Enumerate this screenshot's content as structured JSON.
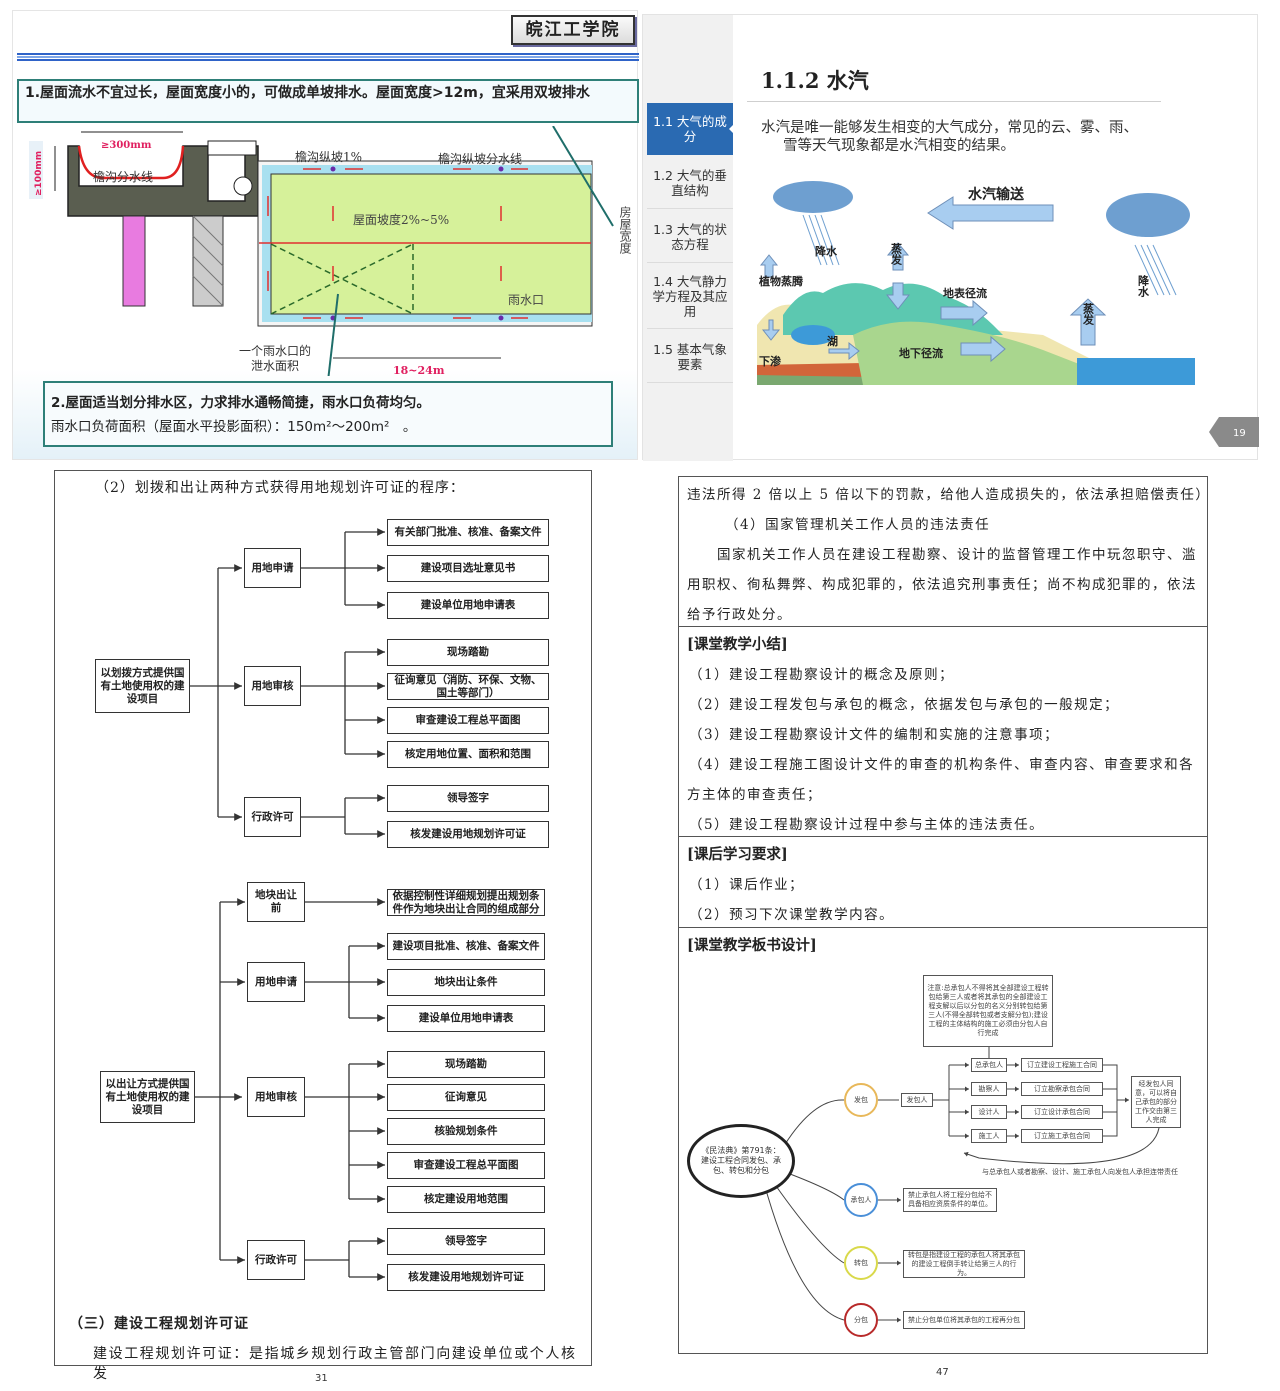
{
  "panel_roof": {
    "school_badge": "皖江工学院",
    "point1": "1.屋面流水不宜过长，屋面宽度小的，可做成单坡排水。屋面宽度>12m，宜采用双坡排水",
    "labels": {
      "gutter_width": "≥300mm",
      "gutter_depth": "≥100mm",
      "gutter_divide": "檐沟分水线",
      "gutter_slope": "檐沟纵坡1%",
      "gutter_slope_divide": "檐沟纵坡分水线",
      "roof_slope": "屋面坡度2%~5%",
      "house_width": "房屋宽度",
      "rain_outlet": "雨水口",
      "outlet_area": "一个雨水口的泄水面积",
      "outlet_spacing": "18~24m"
    },
    "point2_line1": "2.屋面适当划分排水区，力求排水通畅简捷，雨水口负荷均匀。",
    "point2_line2": "雨水口负荷面积（屋面水平投影面积）：150m²～200m²　。"
  },
  "panel_vapor": {
    "nav": [
      {
        "label": "1.1 大气的成分",
        "active": true
      },
      {
        "label": "1.2 大气的垂直结构",
        "active": false
      },
      {
        "label": "1.3 大气的状态方程",
        "active": false
      },
      {
        "label": "1.4 大气静力学方程及其应用",
        "active": false
      },
      {
        "label": "1.5 基本气象要素",
        "active": false
      }
    ],
    "title": "1.1.2 水汽",
    "desc_line1": "水汽是唯一能够发生相变的大气成分，常见的云、雾、雨、",
    "desc_line2": "雪等天气现象都是水汽相变的结果。",
    "diagram": {
      "vapor_transport": "水汽输送",
      "precipitation_left": "降水",
      "precipitation_right": "降水",
      "evaporation_mid": "蒸发",
      "evaporation_sea": "蒸发",
      "transpiration": "植物蒸腾",
      "surface_runoff": "地表径流",
      "infiltration": "下渗",
      "lake": "湖",
      "groundwater_runoff": "地下径流"
    },
    "page_number": "19"
  },
  "panel_flow": {
    "heading": "（2）划拨和出让两种方式获得用地规划许可证的程序：",
    "allocation": {
      "root": "以划拨方式提供国有土地使用权的建设项目",
      "groups": [
        {
          "name": "用地申请",
          "items": [
            "有关部门批准、核准、备案文件",
            "建设项目选址意见书",
            "建设单位用地申请表"
          ]
        },
        {
          "name": "用地审核",
          "items": [
            "现场踏勘",
            "征询意见（消防、环保、文物、国土等部门）",
            "审查建设工程总平面图",
            "核定用地位置、面积和范围"
          ]
        },
        {
          "name": "行政许可",
          "items": [
            "领导签字",
            "核发建设用地规划许可证"
          ]
        }
      ]
    },
    "transfer": {
      "root": "以出让方式提供国有土地使用权的建设项目",
      "groups": [
        {
          "name": "地块出让前",
          "items": [
            "依据控制性详细规划提出规划条件作为地块出让合同的组成部分"
          ]
        },
        {
          "name": "用地申请",
          "items": [
            "建设项目批准、核准、备案文件",
            "地块出让条件",
            "建设单位用地申请表"
          ]
        },
        {
          "name": "用地审核",
          "items": [
            "现场踏勘",
            "征询意见",
            "核验规划条件",
            "审查建设工程总平面图",
            "核定建设用地范围"
          ]
        },
        {
          "name": "行政许可",
          "items": [
            "领导签字",
            "核发建设用地规划许可证"
          ]
        }
      ]
    },
    "section3_title": "（三）建设工程规划许可证",
    "section3_text": "建设工程规划许可证：是指城乡规划行政主管部门向建设单位或个人核发",
    "page_number": "31"
  },
  "panel_doc": {
    "top_lines": [
      "违法所得 2 倍以上 5 倍以下的罚款，给他人造成损失的，依法承担赔偿责任）",
      "（4）国家管理机关工作人员的违法责任",
      "国家机关工作人员在建设工程勘察、设计的监督管理工作中玩忽职守、滥",
      "用职权、徇私舞弊、构成犯罪的，依法追究刑事责任；尚不构成犯罪的，依法",
      "给予行政处分。"
    ],
    "summary_title": "[课堂教学小结]",
    "summary_items": [
      "（1）建设工程勘察设计的概念及原则；",
      "（2）建设工程发包与承包的概念，依据发包与承包的一般规定；",
      "（3）建设工程勘察设计文件的编制和实施的注意事项；",
      "（4）建设工程施工图设计文件的审查的机构条件、审查内容、审查要求和各",
      "方主体的审查责任；",
      "（5）建设工程勘察设计过程中参与主体的违法责任。"
    ],
    "homework_title": "[课后学习要求]",
    "homework_items": [
      "（1）课后作业；",
      "（2）预习下次课堂教学内容。"
    ],
    "board_title": "[课堂教学板书设计]",
    "mindmap": {
      "center": "《民法典》第791条：建设工程合同发包、承包、转包和分包",
      "note": "注意:总承包人不得将其全部建设工程转包给第三人或者将其承包的全部建设工程支解以后以分包的名义分别转包给第三人(不得全部转包或者支解分包);建设工程的主体结构的施工必须由分包人自行完成",
      "fabao": "发包",
      "fabaoren": "发包人",
      "parties": [
        "总承包人",
        "勘察人",
        "设计人",
        "施工人"
      ],
      "contracts": [
        "订立建设工程施工合同",
        "订立勘察承包合同",
        "订立设计承包合同",
        "订立施工承包合同"
      ],
      "subcontract_note": "经发包人同意，可以将自己承包的部分工作交由第三人完成",
      "joint_liability": "与总承包人或者勘察、设计、施工承包人向发包人承担连带责任",
      "chengbaoren": "承包人",
      "chengbaoren_note": "禁止承包人将工程分包给不具备相应资质条件的单位。",
      "zhuanbao": "转包",
      "zhuanbao_note": "转包是指建设工程的承包人将其承包的建设工程倒手转让给第三人的行为。",
      "fenbao": "分包",
      "fenbao_note": "禁止分包单位将其承包的工程再分包"
    },
    "page_number": "47"
  }
}
